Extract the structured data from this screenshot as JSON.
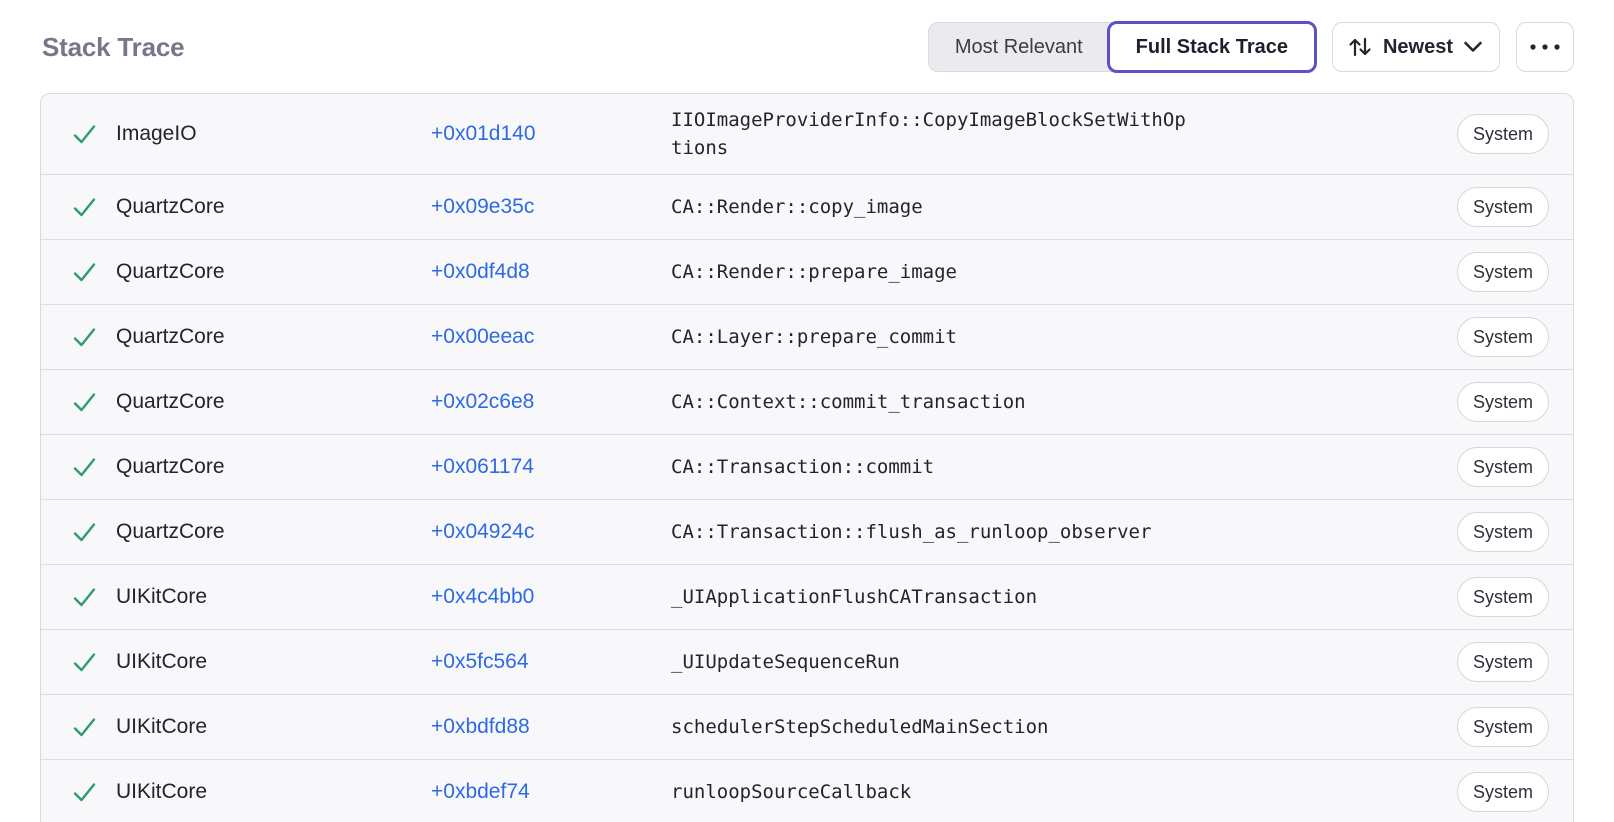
{
  "header": {
    "title": "Stack Trace",
    "view_toggle": {
      "most_relevant": "Most Relevant",
      "full_stack_trace": "Full Stack Trace",
      "selected": "Full Stack Trace"
    },
    "sort": {
      "label": "Newest",
      "icon": "sort-arrows-icon",
      "chevron": "chevron-down-icon"
    },
    "more": {
      "icon": "ellipsis-icon"
    }
  },
  "colors": {
    "accent_purple": "#5b51c9",
    "link_blue": "#2e6ae3",
    "success_green": "#2e9c6e",
    "title_gray": "#7b7589",
    "row_background": "#f8f8fa",
    "border_gray": "#dcdce2"
  },
  "frames": [
    {
      "icon": "check-icon",
      "module": "ImageIO",
      "offset": "+0x01d140",
      "symbol": "IIOImageProviderInfo::CopyImageBlockSetWithOptions",
      "status": "System"
    },
    {
      "icon": "check-icon",
      "module": "QuartzCore",
      "offset": "+0x09e35c",
      "symbol": "CA::Render::copy_image",
      "status": "System"
    },
    {
      "icon": "check-icon",
      "module": "QuartzCore",
      "offset": "+0x0df4d8",
      "symbol": "CA::Render::prepare_image",
      "status": "System"
    },
    {
      "icon": "check-icon",
      "module": "QuartzCore",
      "offset": "+0x00eeac",
      "symbol": "CA::Layer::prepare_commit",
      "status": "System"
    },
    {
      "icon": "check-icon",
      "module": "QuartzCore",
      "offset": "+0x02c6e8",
      "symbol": "CA::Context::commit_transaction",
      "status": "System"
    },
    {
      "icon": "check-icon",
      "module": "QuartzCore",
      "offset": "+0x061174",
      "symbol": "CA::Transaction::commit",
      "status": "System"
    },
    {
      "icon": "check-icon",
      "module": "QuartzCore",
      "offset": "+0x04924c",
      "symbol": "CA::Transaction::flush_as_runloop_observer",
      "status": "System"
    },
    {
      "icon": "check-icon",
      "module": "UIKitCore",
      "offset": "+0x4c4bb0",
      "symbol": "_UIApplicationFlushCATransaction",
      "status": "System"
    },
    {
      "icon": "check-icon",
      "module": "UIKitCore",
      "offset": "+0x5fc564",
      "symbol": "_UIUpdateSequenceRun",
      "status": "System"
    },
    {
      "icon": "check-icon",
      "module": "UIKitCore",
      "offset": "+0xbdfd88",
      "symbol": "schedulerStepScheduledMainSection",
      "status": "System"
    },
    {
      "icon": "check-icon",
      "module": "UIKitCore",
      "offset": "+0xbdef74",
      "symbol": "runloopSourceCallback",
      "status": "System"
    }
  ]
}
